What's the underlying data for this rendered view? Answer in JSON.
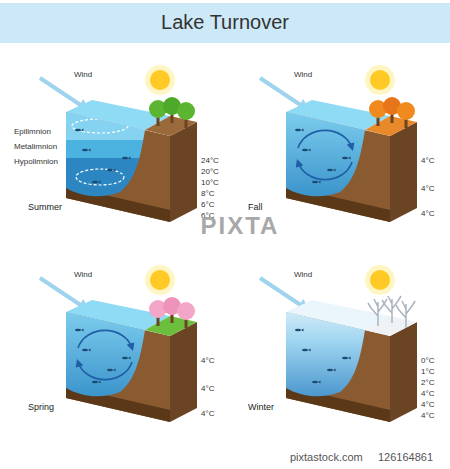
{
  "diagram": {
    "title": "Lake Turnover",
    "labels": [
      "Wind",
      "Epilimnion",
      "Metalimnion",
      "Hypolimnion",
      "24°C",
      "20°C",
      "10°C",
      "8°C",
      "6°C",
      "6°C",
      "Summer",
      "Wind",
      "4°C",
      "4°C",
      "4°C",
      "Fall",
      "Wind",
      "4°C",
      "4°C",
      "4°C",
      "Spring",
      "Wind",
      "0°C",
      "1°C",
      "2°C",
      "4°C",
      "4°C",
      "4°C",
      "Winter",
      "PIXTA",
      "pixtastock.com",
      "126164861"
    ]
  }
}
